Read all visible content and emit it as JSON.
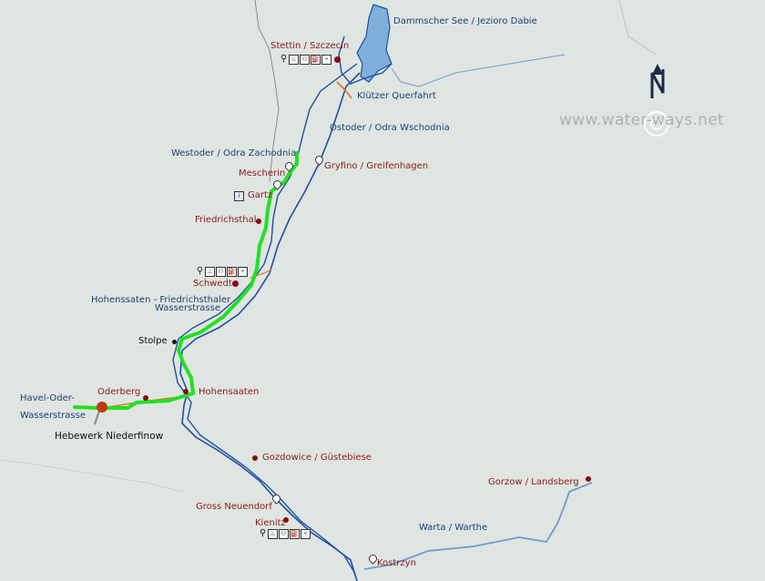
{
  "map": {
    "watermark": "www.water-ways.net",
    "north_symbol": "N",
    "colors": {
      "land": "#dfe5e1",
      "lake": "#7fb0dc",
      "river_main": "#1f4fa3",
      "river_warta": "#6f9bd0",
      "route": "#22e022",
      "canal_orange": "#e07a26",
      "place": "#8b1a1a",
      "water_label": "#1f3f73"
    },
    "water_labels": {
      "dammscher": "Dammscher See / Jezioro Dabie",
      "klutzer": "Klützer Querfahrt",
      "ostoder": "Ostoder / Odra Wschodnia",
      "westoder": "Westoder / Odra Zachodnia",
      "hohenssaten_line1": "Hohenssaten - Friedrichsthaler",
      "hohenssaten_line2": "Wasserstrasse",
      "havel_line1": "Havel-Oder-",
      "havel_line2": "Wasserstrasse",
      "warta": "Warta / Warthe"
    },
    "places": {
      "stettin": "Stettin / Szczecin",
      "mescherin": "Mescherin",
      "gryfino": "Gryfino / Greifenhagen",
      "gartz": "Gartz",
      "friedrichsthal": "Friedrichsthal",
      "schwedt": "Schwedt",
      "stolpe": "Stolpe",
      "oderberg": "Oderberg",
      "hohensaaten": "Hohensaaten",
      "hebewerk": "Hebewerk Niederfinow",
      "gozdowice": "Gozdowice / Güstebiese",
      "gorzow": "Gorzow / Landsberg",
      "gross_neuendorf": "Gross Neuendorf",
      "kienitz": "Kienitz",
      "kostrzyn": "Kostrzyn"
    },
    "icons": {
      "harbour": "harbour-pin-icon",
      "services": [
        "shower-icon",
        "toilet-icon",
        "fuel-icon",
        "restaurant-icon"
      ]
    }
  }
}
